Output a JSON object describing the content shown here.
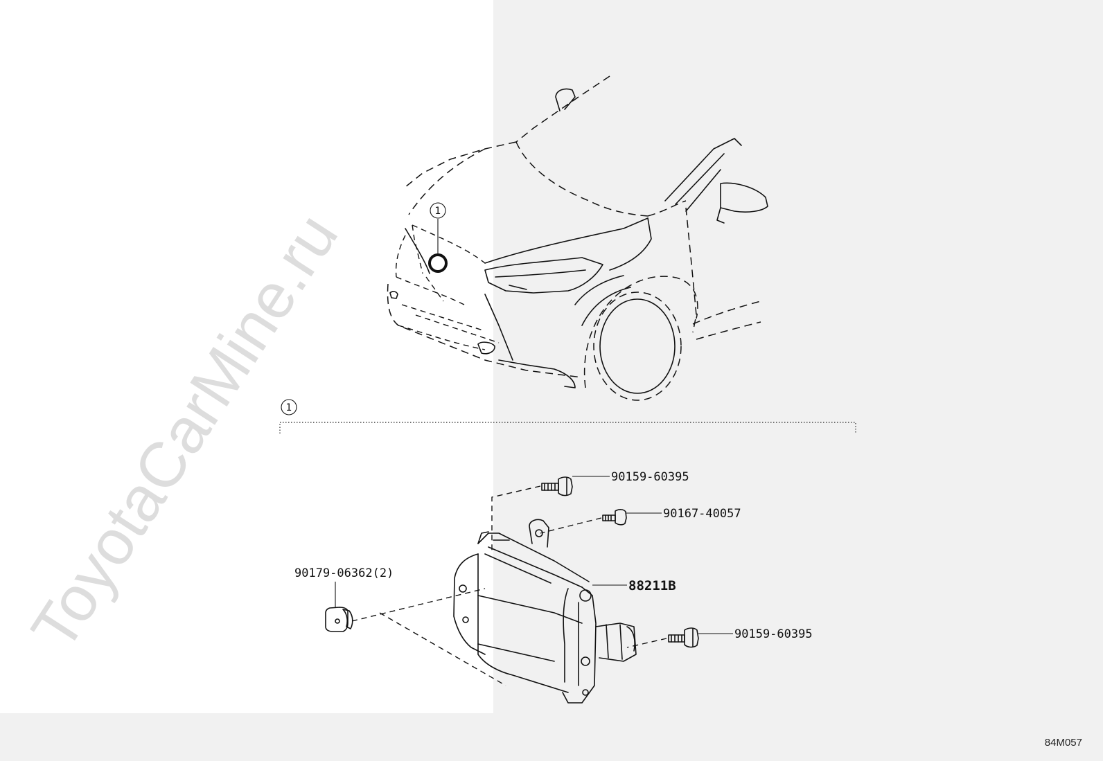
{
  "watermark": "ToyotaCarMine.ru",
  "diagram_id": "84M057",
  "callouts": {
    "vehicle_location": "1",
    "assembly_group": "1"
  },
  "parts": {
    "module": "88211B",
    "bolt_top": "90159-60395",
    "screw_top": "90167-40057",
    "nut": "90179-06362(2)",
    "bolt_bottom": "90159-60395"
  }
}
